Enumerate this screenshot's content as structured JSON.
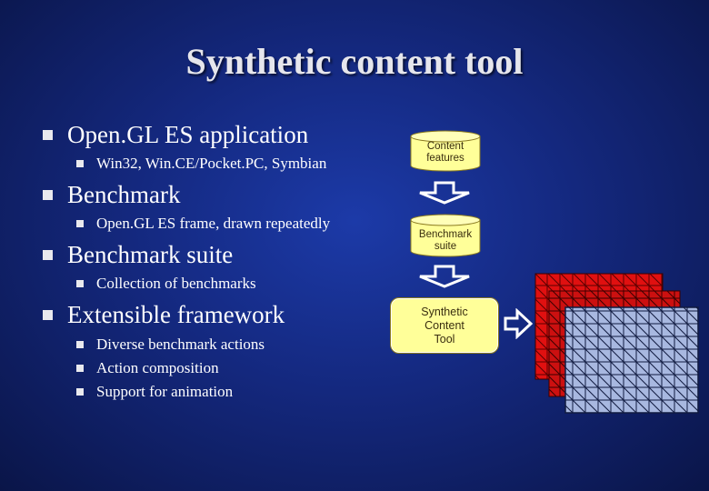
{
  "slide": {
    "title": "Synthetic content tool",
    "bullets": [
      {
        "text": "Open.GL ES application",
        "sub": [
          "Win32, Win.CE/Pocket.PC, Symbian"
        ]
      },
      {
        "text": "Benchmark",
        "sub": [
          "Open.GL ES frame, drawn repeatedly"
        ]
      },
      {
        "text": "Benchmark suite",
        "sub": [
          "Collection of benchmarks"
        ]
      },
      {
        "text": "Extensible framework",
        "sub": [
          "Diverse benchmark actions",
          "Action composition",
          "Support for animation"
        ]
      }
    ]
  },
  "diagram": {
    "cylinder1": {
      "line1": "Content",
      "line2": "features"
    },
    "cylinder2": {
      "line1": "Benchmark",
      "line2": "suite"
    },
    "tool": {
      "line1": "Synthetic",
      "line2": "Content",
      "line3": "Tool"
    }
  },
  "colors": {
    "background": "#14287e",
    "cylinder_fill": "#ffff99",
    "grid_red": "#e01010",
    "grid_blue": "#a8b8e0"
  }
}
